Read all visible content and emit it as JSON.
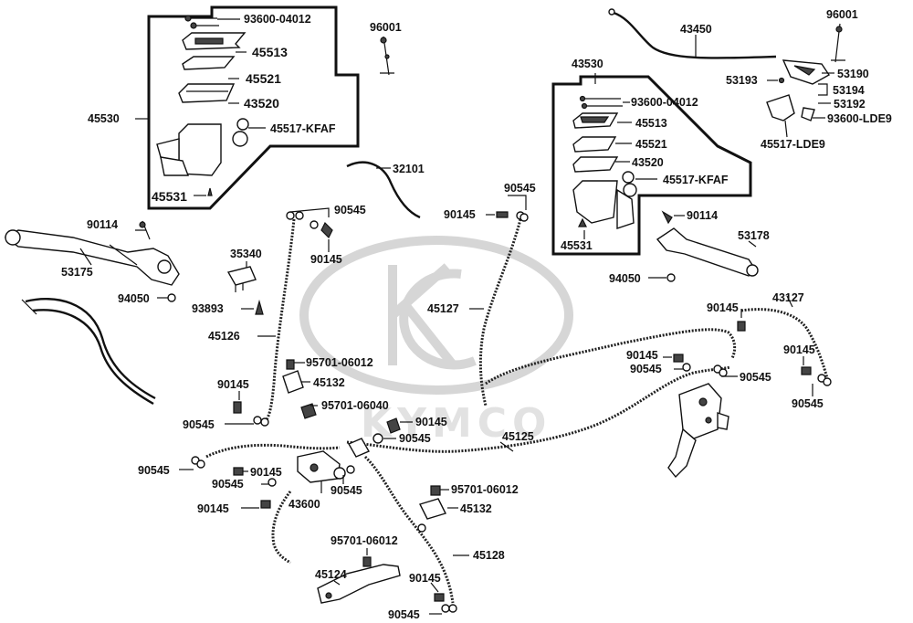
{
  "watermark": {
    "text": "KYMCO",
    "color": "#d6d6d6"
  },
  "labels": {
    "l_93600_04012_a": "93600-04012",
    "l_45513_a": "45513",
    "l_45521_a": "45521",
    "l_43520_a": "43520",
    "l_45517_kfaf_a": "45517-KFAF",
    "l_45530": "45530",
    "l_45531_a": "45531",
    "l_96001_a": "96001",
    "l_43450": "43450",
    "l_96001_b": "96001",
    "l_53190": "53190",
    "l_53193": "53193",
    "l_53194": "53194",
    "l_53192": "53192",
    "l_93600_lde9": "93600-LDE9",
    "l_45517_lde9": "45517-LDE9",
    "l_43530": "43530",
    "l_93600_04012_b": "93600-04012",
    "l_45513_b": "45513",
    "l_45521_b": "45521",
    "l_43520_b": "43520",
    "l_45517_kfaf_b": "45517-KFAF",
    "l_45531_b": "45531",
    "l_32101": "32101",
    "l_90545_a": "90545",
    "l_90145_a": "90145",
    "l_90114_a": "90114",
    "l_53175": "53175",
    "l_94050_a": "94050",
    "l_35340": "35340",
    "l_93893": "93893",
    "l_45126": "45126",
    "l_90545_b": "90545",
    "l_90145_b": "90145",
    "l_45127": "45127",
    "l_90114_b": "90114",
    "l_53178": "53178",
    "l_94050_b": "94050",
    "l_90145_c": "90145",
    "l_43127": "43127",
    "l_90145_d": "90145",
    "l_90545_c": "90545",
    "l_90545_d": "90545",
    "l_90145_e": "90145",
    "l_90545_e": "90545",
    "l_95701_06012_a": "95701-06012",
    "l_45132_a": "45132",
    "l_90145_f": "90145",
    "l_95701_06040": "95701-06040",
    "l_90545_f": "90545",
    "l_90145_g": "90145",
    "l_90545_g": "90545",
    "l_45125": "45125",
    "l_90545_h": "90545",
    "l_90145_h": "90145",
    "l_90545_i": "90545",
    "l_90545_j": "90545",
    "l_43600": "43600",
    "l_90145_i": "90145",
    "l_95701_06012_b": "95701-06012",
    "l_45132_b": "45132",
    "l_95701_06012_c": "95701-06012",
    "l_45128": "45128",
    "l_45124": "45124",
    "l_90145_j": "90145",
    "l_90545_k": "90545"
  }
}
